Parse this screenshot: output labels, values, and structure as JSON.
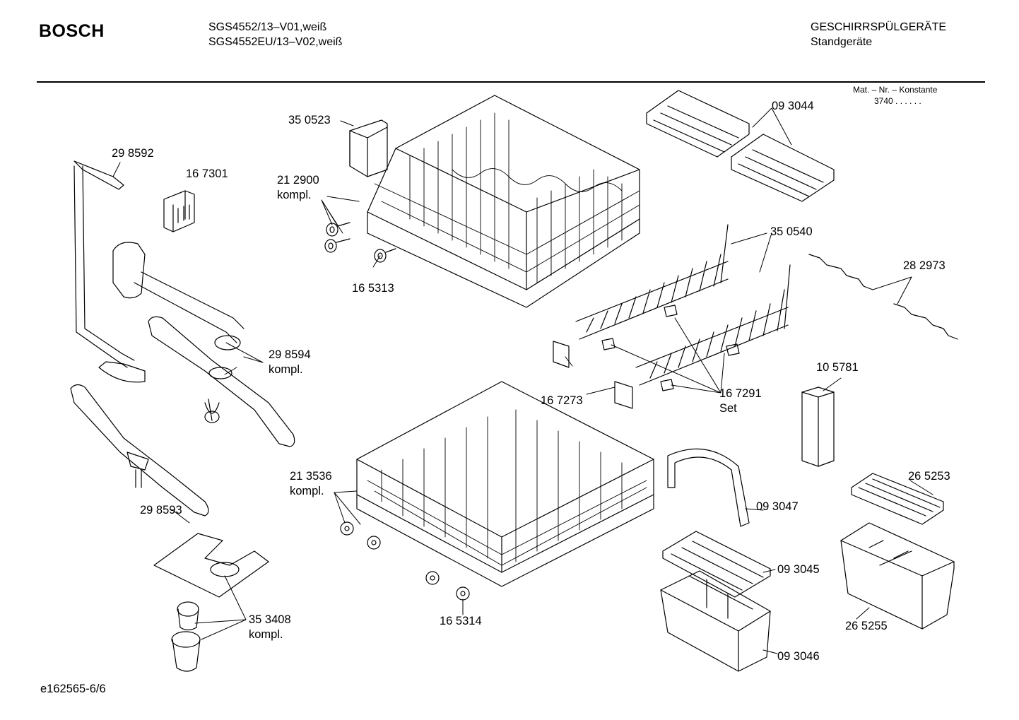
{
  "header": {
    "brand": "BOSCH",
    "models": [
      "SGS4552/13–V01,weiß",
      "SGS4552EU/13–V02,weiß"
    ],
    "category": "GESCHIRRSPÜLGERÄTE",
    "subcategory": "Standgeräte"
  },
  "konstante": {
    "label": "Mat. – Nr. – Konstante",
    "value": "3740 .  .   .  .  .  ."
  },
  "parts": [
    {
      "num": "35 0523",
      "sub": ""
    },
    {
      "num": "21 2900",
      "sub": "kompl."
    },
    {
      "num": "16 5313",
      "sub": ""
    },
    {
      "num": "29 8592",
      "sub": ""
    },
    {
      "num": "16 7301",
      "sub": ""
    },
    {
      "num": "29 8594",
      "sub": "kompl."
    },
    {
      "num": "29 8593",
      "sub": ""
    },
    {
      "num": "35 3408",
      "sub": "kompl."
    },
    {
      "num": "21 3536",
      "sub": "kompl."
    },
    {
      "num": "16 5314",
      "sub": ""
    },
    {
      "num": "16 7273",
      "sub": ""
    },
    {
      "num": "16 7291",
      "sub": "Set"
    },
    {
      "num": "09 3044",
      "sub": ""
    },
    {
      "num": "35 0540",
      "sub": ""
    },
    {
      "num": "28 2973",
      "sub": ""
    },
    {
      "num": "10 5781",
      "sub": ""
    },
    {
      "num": "26 5253",
      "sub": ""
    },
    {
      "num": "09 3047",
      "sub": ""
    },
    {
      "num": "09 3045",
      "sub": ""
    },
    {
      "num": "26 5255",
      "sub": ""
    },
    {
      "num": "09 3046",
      "sub": ""
    }
  ],
  "footer": "e162565-6/6"
}
